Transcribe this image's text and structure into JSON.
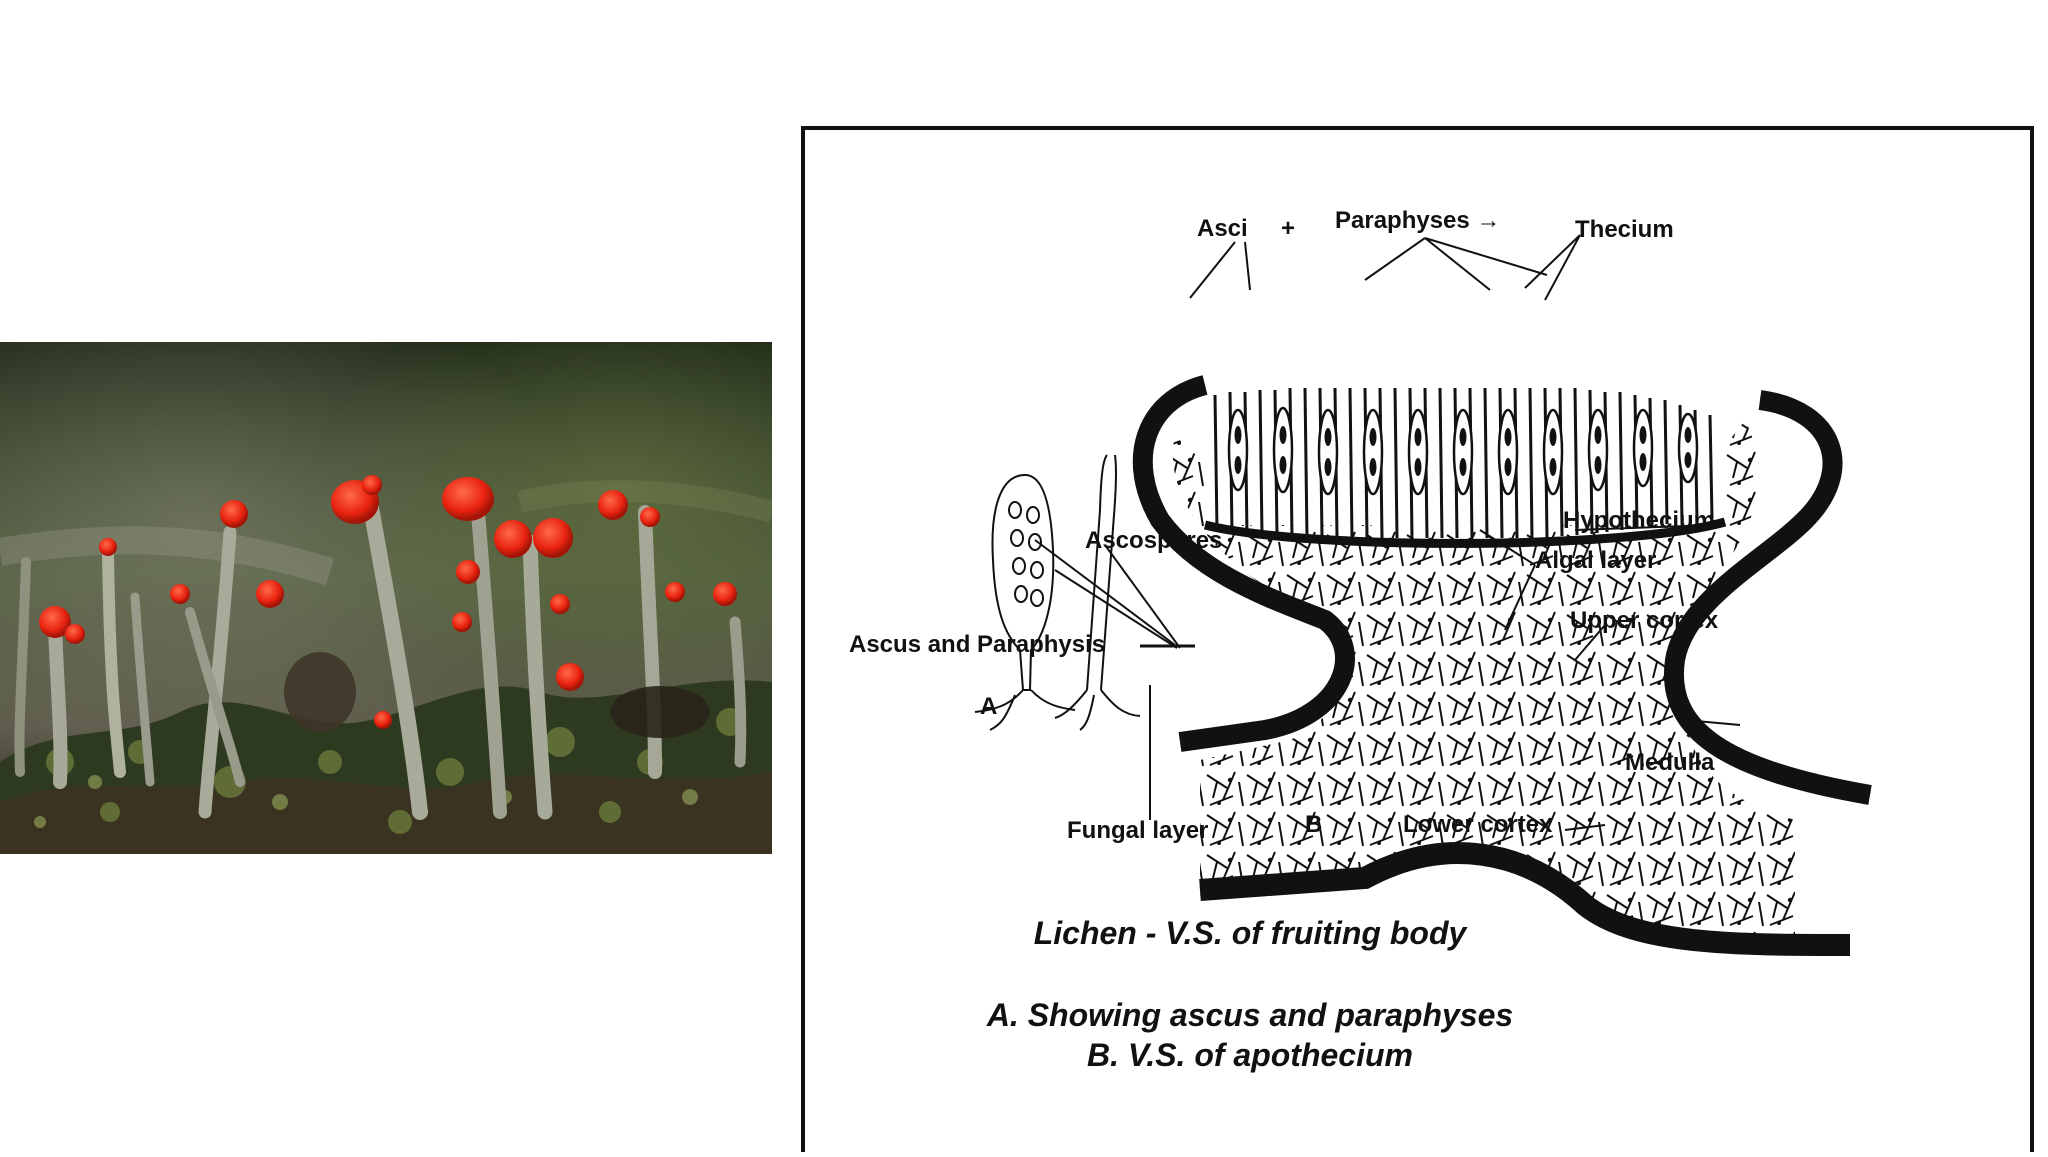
{
  "photo": {
    "subject": "lichen-photo"
  },
  "diagram": {
    "labels": {
      "asci": "Asci",
      "plus": "+",
      "paraphyses": "Paraphyses →",
      "thecium": "Thecium",
      "hypothecium": "Hypothecium",
      "algal_layer": "Algal layer",
      "ascospores": "Ascospores",
      "upper_cortex": "Upper cortex",
      "ascus_and_paraphysis": "Ascus and Paraphysis",
      "a": "A",
      "medulla": "Medulla",
      "fungal_layer": "Fungal layer",
      "b": "B",
      "lower_cortex": "Lower cortex"
    },
    "caption": {
      "title": "Lichen - V.S. of fruiting body",
      "line_a": "A. Showing ascus and paraphyses",
      "line_b": "B. V.S. of apothecium"
    }
  }
}
